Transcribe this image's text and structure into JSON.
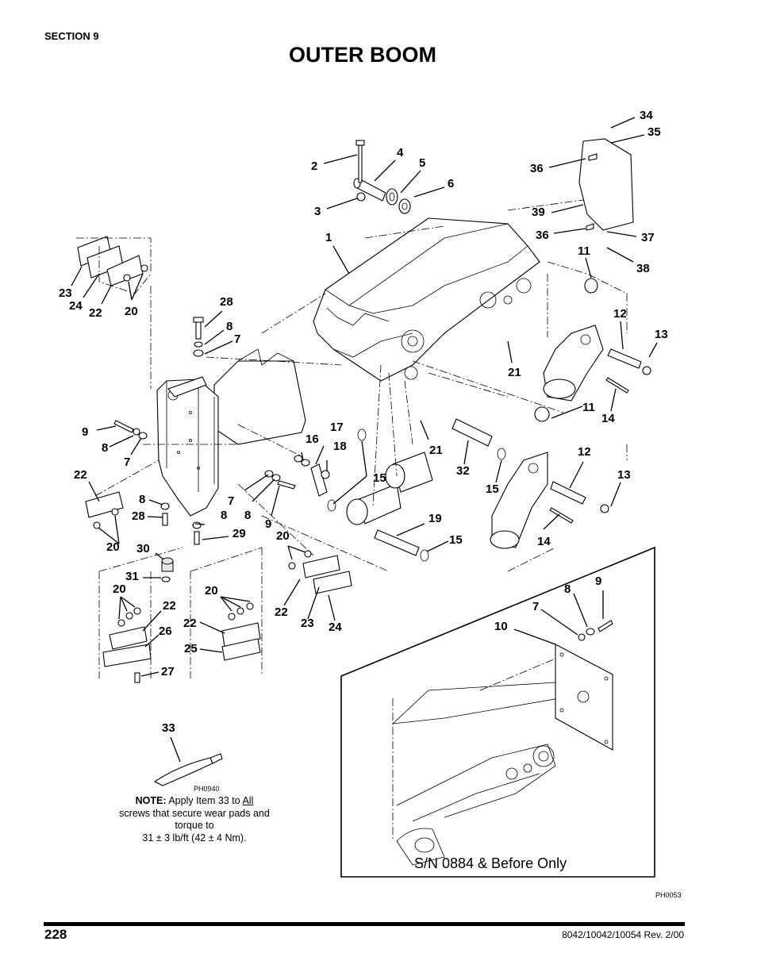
{
  "header": {
    "section": "SECTION 9",
    "title": "OUTER BOOM"
  },
  "callouts": [
    {
      "label": "34"
    },
    {
      "label": "35"
    },
    {
      "label": "2"
    },
    {
      "label": "4"
    },
    {
      "label": "5"
    },
    {
      "label": "36"
    },
    {
      "label": "6"
    },
    {
      "label": "3"
    },
    {
      "label": "39"
    },
    {
      "label": "36"
    },
    {
      "label": "37"
    },
    {
      "label": "1"
    },
    {
      "label": "11"
    },
    {
      "label": "38"
    },
    {
      "label": "23"
    },
    {
      "label": "24"
    },
    {
      "label": "22"
    },
    {
      "label": "20"
    },
    {
      "label": "28"
    },
    {
      "label": "8"
    },
    {
      "label": "7"
    },
    {
      "label": "12"
    },
    {
      "label": "13"
    },
    {
      "label": "21"
    },
    {
      "label": "11"
    },
    {
      "label": "14"
    },
    {
      "label": "9"
    },
    {
      "label": "17"
    },
    {
      "label": "16"
    },
    {
      "label": "18"
    },
    {
      "label": "8"
    },
    {
      "label": "21"
    },
    {
      "label": "12"
    },
    {
      "label": "7"
    },
    {
      "label": "32"
    },
    {
      "label": "13"
    },
    {
      "label": "22"
    },
    {
      "label": "15"
    },
    {
      "label": "15"
    },
    {
      "label": "8"
    },
    {
      "label": "7"
    },
    {
      "label": "28"
    },
    {
      "label": "8"
    },
    {
      "label": "8"
    },
    {
      "label": "9"
    },
    {
      "label": "19"
    },
    {
      "label": "29"
    },
    {
      "label": "20"
    },
    {
      "label": "15"
    },
    {
      "label": "14"
    },
    {
      "label": "20"
    },
    {
      "label": "30"
    },
    {
      "label": "31"
    },
    {
      "label": "9"
    },
    {
      "label": "8"
    },
    {
      "label": "7"
    },
    {
      "label": "10"
    },
    {
      "label": "20"
    },
    {
      "label": "20"
    },
    {
      "label": "22"
    },
    {
      "label": "22"
    },
    {
      "label": "26"
    },
    {
      "label": "22"
    },
    {
      "label": "23"
    },
    {
      "label": "24"
    },
    {
      "label": "25"
    },
    {
      "label": "27"
    },
    {
      "label": "33"
    }
  ],
  "photo_refs": {
    "tube": "PH0940",
    "main": "PH0053"
  },
  "note": {
    "label": "NOTE:",
    "text_before": "Apply Item 33 to",
    "underlined": "All",
    "text_after": "screws  that secure wear pads and  torque to",
    "torque": "31 ± 3 lb/ft (42 ± 4 Nm)."
  },
  "inset": {
    "caption": "S/N 0884 & Before Only"
  },
  "footer": {
    "page_number": "228",
    "revision": "8042/10042/10054 Rev. 2/00"
  }
}
